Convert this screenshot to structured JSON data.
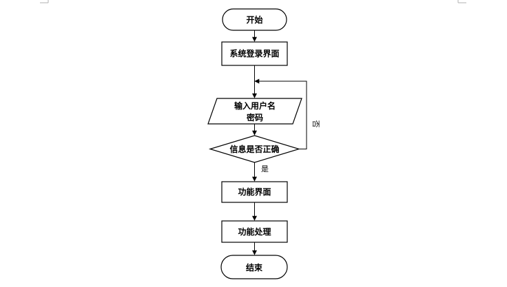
{
  "nodes": {
    "start": "开始",
    "login": "系统登录界面",
    "input_line1": "输入用户名",
    "input_line2": "密码",
    "decision": "信息是否正确",
    "function_ui": "功能界面",
    "function_proc": "功能处理",
    "end": "结束"
  },
  "edges": {
    "yes": "是",
    "no": "否"
  },
  "colors": {
    "stroke": "#000000",
    "fill": "#ffffff",
    "corner": "#b0b0b0"
  }
}
